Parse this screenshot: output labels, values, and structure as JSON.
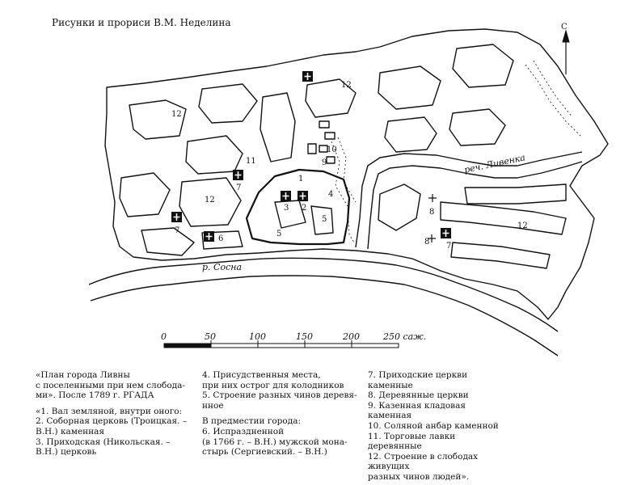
{
  "credit": "Рисунки и прориси В.М. Неделина",
  "map": {
    "north_label": "С",
    "river_sosna": "р. Сосна",
    "river_livenka": "реч. Ливенка",
    "numbers": [
      "1",
      "2",
      "3",
      "4",
      "5",
      "5",
      "6",
      "7",
      "7",
      "7",
      "8",
      "8",
      "9",
      "10",
      "11",
      "12",
      "12",
      "12",
      "12"
    ],
    "scale_labels": [
      "0",
      "50",
      "100",
      "150",
      "200",
      "250 саж."
    ]
  },
  "legend": {
    "col1": [
      "«План города Ливны\nс поселенными при нем слобода-\nми». После 1789 г. РГАДА",
      "«1. Вал земляной, внутри оного:\n2. Соборная церковь (Троицкая. –\nВ.Н.) каменная\n3. Приходская (Никольская. –\nВ.Н.) церковь"
    ],
    "col2": [
      "4. Присудственныя места,\nпри них острог для колодников\n5. Строение разных чинов деревя-\nнное",
      "В предместии города:\n6. Испраздненной\n(в 1766 г. – В.Н.) мужской мона-\nстырь (Сергиевский. – В.Н.)"
    ],
    "col3": [
      "7. Приходские церкви\nкаменные\n8. Деревянные церкви\n9. Казенная кладовая\nкаменная\n10. Соляной анбар каменной\n11. Торговые лавки деревянные\n12. Строение в слободах живущих\nразных чинов людей»."
    ]
  }
}
